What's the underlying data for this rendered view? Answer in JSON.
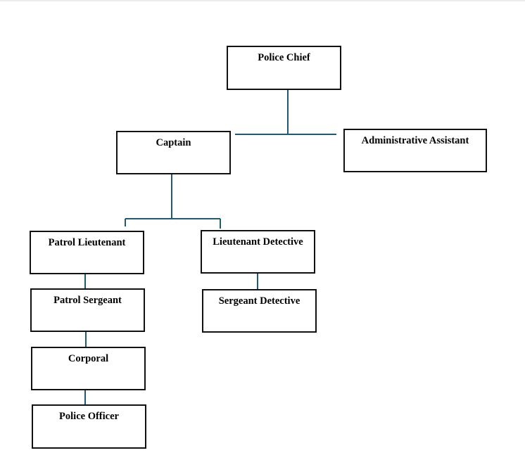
{
  "org_chart": {
    "chief": "Police Chief",
    "captain": "Captain",
    "admin": "Administrative Assistant",
    "patrol_lieutenant": "Patrol Lieutenant",
    "lieutenant_detective": "Lieutenant Detective",
    "patrol_sergeant": "Patrol Sergeant",
    "sergeant_detective": "Sergeant Detective",
    "corporal": "Corporal",
    "police_officer": "Police Officer"
  },
  "colors": {
    "connector": "#1e5a74",
    "box_border": "#111111"
  }
}
